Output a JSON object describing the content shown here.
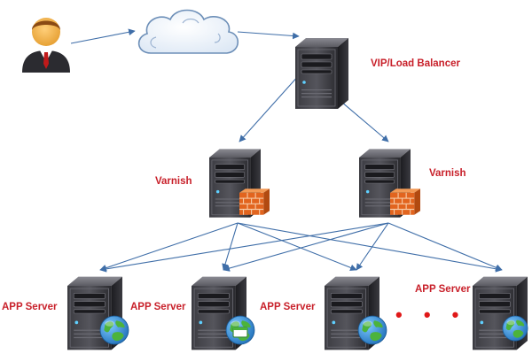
{
  "nodes": {
    "load_balancer": {
      "label": "VIP/Load Balancer"
    },
    "varnish_1": {
      "label": "Varnish"
    },
    "varnish_2": {
      "label": "Varnish"
    },
    "app_server_1": {
      "label": "APP Server"
    },
    "app_server_2": {
      "label": "APP Server"
    },
    "app_server_3": {
      "label": "APP Server"
    },
    "app_server_4": {
      "label": "APP Server"
    }
  },
  "ellipsis": "• • •",
  "icons": {
    "user": "user-icon",
    "cloud": "cloud-icon",
    "server": "server-icon",
    "firewall": "firewall-icon",
    "globe": "globe-icon"
  },
  "colors": {
    "label": "#c8202a",
    "arrow": "#3f6ea8",
    "server_body": "#2e2e33",
    "firewall": "#e2641e",
    "globe_water": "#2b8fd6",
    "globe_land": "#4cb33c"
  }
}
